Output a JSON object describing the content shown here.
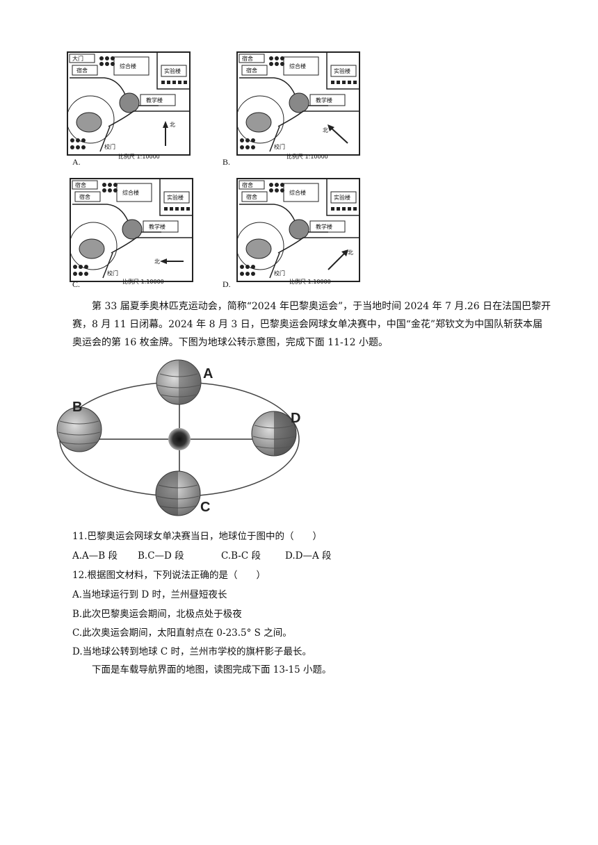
{
  "maps": [
    {
      "option": "A.",
      "labels": {
        "gate_box": "大门",
        "dorm": "宿舍",
        "hall": "综合楼",
        "lab": "实验楼",
        "teach": "教学楼",
        "gate": "校门",
        "scale": "比例尺 1:10000"
      },
      "arrow_icon": "north-arrow-up",
      "arrow_letter": "北"
    },
    {
      "option": "B.",
      "labels": {
        "gate_box": "宿舍",
        "dorm": "宿舍",
        "hall": "综合楼",
        "lab": "实验楼",
        "teach": "教学楼",
        "gate": "校门",
        "scale": "比例尺 1:10000"
      },
      "arrow_icon": "north-arrow-northwest",
      "arrow_letter": "北"
    },
    {
      "option": "C.",
      "labels": {
        "gate_box": "宿舍",
        "dorm": "宿舍",
        "hall": "综合楼",
        "lab": "实验楼",
        "teach": "教学楼",
        "gate": "校门",
        "scale": "比例尺 1:10000"
      },
      "arrow_icon": "north-arrow-left",
      "arrow_letter": "北"
    },
    {
      "option": "D.",
      "labels": {
        "gate_box": "宿舍",
        "dorm": "宿舍",
        "hall": "综合楼",
        "lab": "实验楼",
        "teach": "教学楼",
        "gate": "校门",
        "scale": "比例尺 1:10000"
      },
      "arrow_icon": "north-arrow-northeast",
      "arrow_letter": "北"
    }
  ],
  "intro": "第 33 届夏季奥林匹克运动会，简称“2024 年巴黎奥运会”，于当地时间 2024 年 7 月.26 日在法国巴黎开赛，8 月 11 日闭幕。2024 年 8 月 3 日，巴黎奥运会网球女单决赛中，中国“金花”郑钦文为中国队斩获本届奥运会的第 16 枚金牌。下图为地球公转示意图，完成下面 11-12 小题。",
  "orbit": {
    "A": "A",
    "B": "B",
    "C": "C",
    "D": "D"
  },
  "q11": {
    "stem": "11.巴黎奥运会网球女单决赛当日，地球位于图中的（　　）",
    "options": [
      "A.A—B 段",
      "B.C—D 段",
      "C.B-C 段",
      "D.D—A 段"
    ]
  },
  "q12": {
    "stem": "12.根据图文材料，下列说法正确的是（　　）",
    "options": [
      "A.当地球运行到 D 时，兰州昼短夜长",
      "B.此次巴黎奥运会期间，北极点处于极夜",
      "C.此次奥运会期间，太阳直射点在 0-23.5° S 之间。",
      "D.当地球公转到地球 C 时，兰州市学校的旗杆影子最长。"
    ]
  },
  "outro": "下面是车载导航界面的地图，读图完成下面 13-15 小题。"
}
